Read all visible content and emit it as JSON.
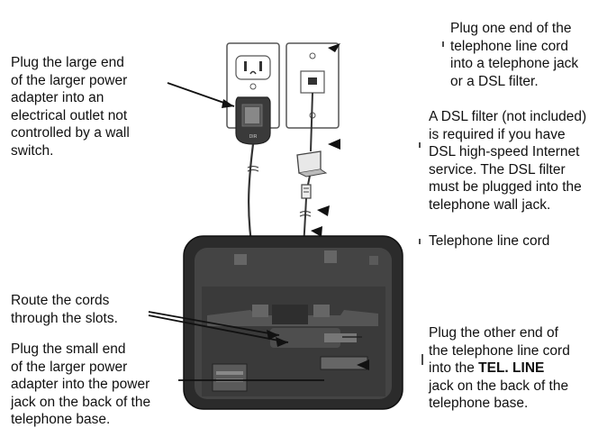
{
  "callouts": {
    "power_adapter_outlet": [
      "Plug the large end",
      "of the larger power",
      "adapter into an",
      "electrical outlet not",
      "controlled by a wall",
      "switch."
    ],
    "line_cord_jack": [
      "Plug one end of the",
      "telephone line cord",
      "into a telephone jack",
      "or a DSL filter."
    ],
    "dsl_filter": [
      "A DSL filter (not included)",
      "is required if you have",
      "DSL high-speed Internet",
      "service. The DSL filter",
      "must be plugged into the",
      "telephone wall jack."
    ],
    "line_cord": "Telephone line cord",
    "route_cords": [
      "Route the cords",
      "through the slots."
    ],
    "power_small_end": [
      "Plug the small end",
      "of the larger power",
      "adapter into the power",
      "jack on the back of the",
      "telephone base."
    ],
    "tel_line_jack": {
      "lines_before": [
        "Plug the other end of",
        "the telephone line cord"
      ],
      "prefix": "into the ",
      "emphasis": "TEL. LINE",
      "lines_after": [
        "jack on the back of the",
        "telephone base."
      ]
    }
  },
  "device_label": "DIR",
  "colors": {
    "text": "#111111",
    "line": "#111111",
    "outline": "#555555",
    "base_dark": "#2b2b2b",
    "base_mid": "#4a4a4a",
    "plate_fill": "#ffffff"
  }
}
